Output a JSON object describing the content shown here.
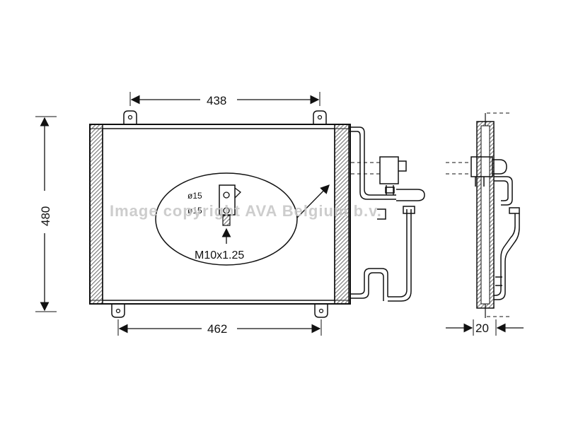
{
  "diagram": {
    "dimensions": {
      "top_width": "438",
      "height": "480",
      "bottom_width": "462",
      "depth": "20"
    },
    "callout": {
      "diameter_1": "ø15",
      "diameter_2": "ø15",
      "thread": "M10x1.25"
    },
    "watermark": "Image copyright AVA Belgium b.v.",
    "colors": {
      "line": "#111111",
      "hatch": "#555555",
      "watermark": "#c8c8c8"
    }
  }
}
